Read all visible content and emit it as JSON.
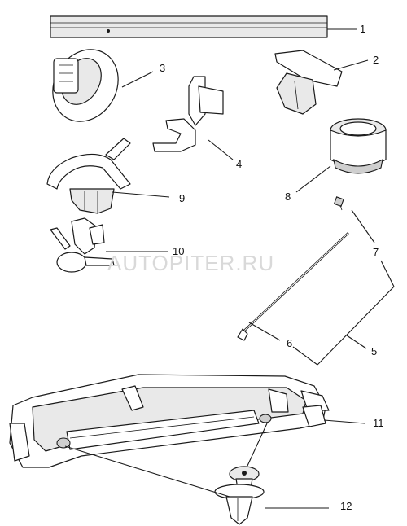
{
  "watermark": "AUTOPITER.RU",
  "callouts": [
    "1",
    "2",
    "3",
    "4",
    "5",
    "6",
    "7",
    "8",
    "9",
    "10",
    "11",
    "12"
  ]
}
